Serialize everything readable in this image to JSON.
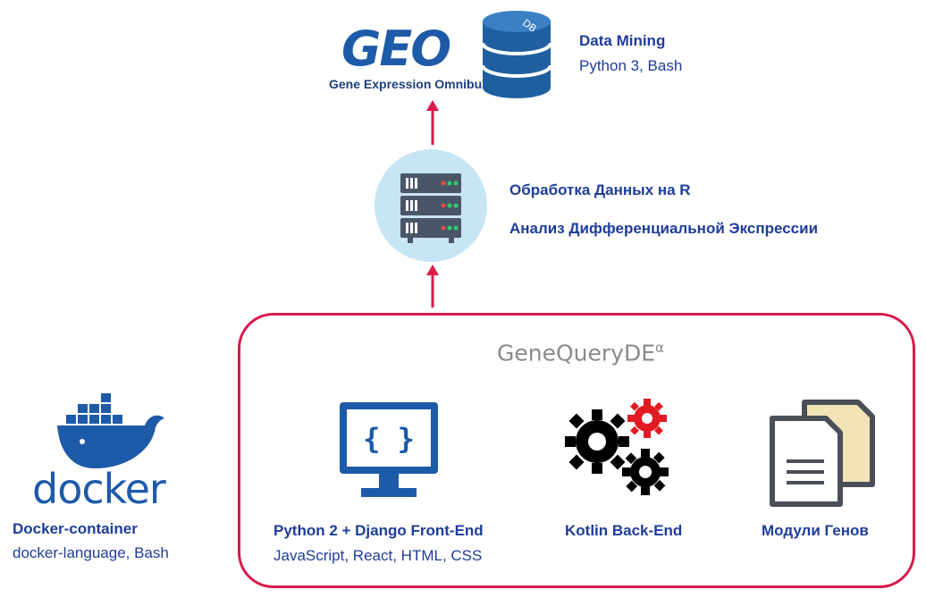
{
  "geo": {
    "logo_text": "GEO",
    "subtitle": "Gene Expression Omnibus",
    "db_label": "DB"
  },
  "data_mining": {
    "title": "Data Mining",
    "subtitle": "Python 3, Bash"
  },
  "processing": {
    "line1": "Обработка Данных на R",
    "line2": "Анализ Дифференциальной Экспрессии"
  },
  "app": {
    "name": "GeneQueryDE",
    "superscript": "α"
  },
  "frontend": {
    "title": "Python 2 + Django Front-End",
    "subtitle": "JavaScript, React, HTML, CSS",
    "icon_text": "{ }"
  },
  "backend": {
    "title": "Kotlin Back-End"
  },
  "modules": {
    "title": "Модули Генов"
  },
  "docker": {
    "logo_text": "docker",
    "title": "Docker-container",
    "subtitle": "docker-language, Bash"
  },
  "colors": {
    "arrow": "#d81a4a",
    "frame": "#d81a4a",
    "text_blue": "#1f3d99",
    "icon_blue": "#1d5aa8"
  }
}
